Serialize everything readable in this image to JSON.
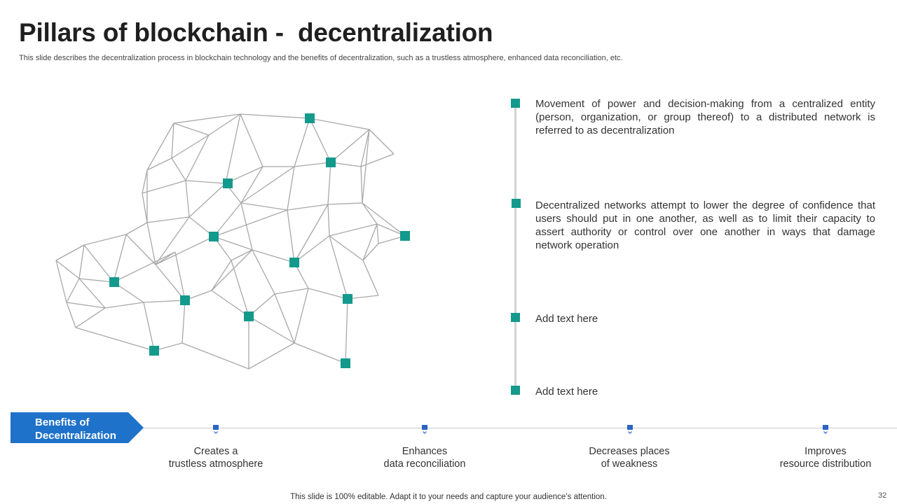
{
  "slide": {
    "title": "Pillars of blockchain -  decentralization",
    "subtitle": "This slide describes the decentralization process in blockchain technology and the benefits of decentralization, such as a trustless atmosphere, enhanced data reconciliation, etc.",
    "footer": "This slide is 100% editable. Adapt it to your needs and capture your audience’s attention.",
    "page_number": "32"
  },
  "colors": {
    "accent_teal": "#139a8c",
    "banner_blue": "#1f72c9",
    "marker_blue": "#2a64c4",
    "network_line": "#a8a8a8"
  },
  "points": [
    {
      "text": "Movement of power and decision-making from a centralized entity (person, organization, or group thereof) to a distributed network is referred to as decentralization"
    },
    {
      "text": "Decentralized networks attempt to lower the degree of confidence that users should put in one another, as well as to limit their capacity to assert authority or control over one another in ways that damage network operation"
    },
    {
      "text": "Add text here"
    },
    {
      "text": "Add text here"
    }
  ],
  "benefits": {
    "label": "Benefits of Decentralization",
    "items": [
      {
        "text": "Creates a\ntrustless atmosphere"
      },
      {
        "text": "Enhances\ndata reconciliation"
      },
      {
        "text": "Decreases places\nof weakness"
      },
      {
        "text": "Improves\nresource distribution"
      }
    ]
  },
  "illustration": {
    "icon": "decentralized-network-icon"
  }
}
